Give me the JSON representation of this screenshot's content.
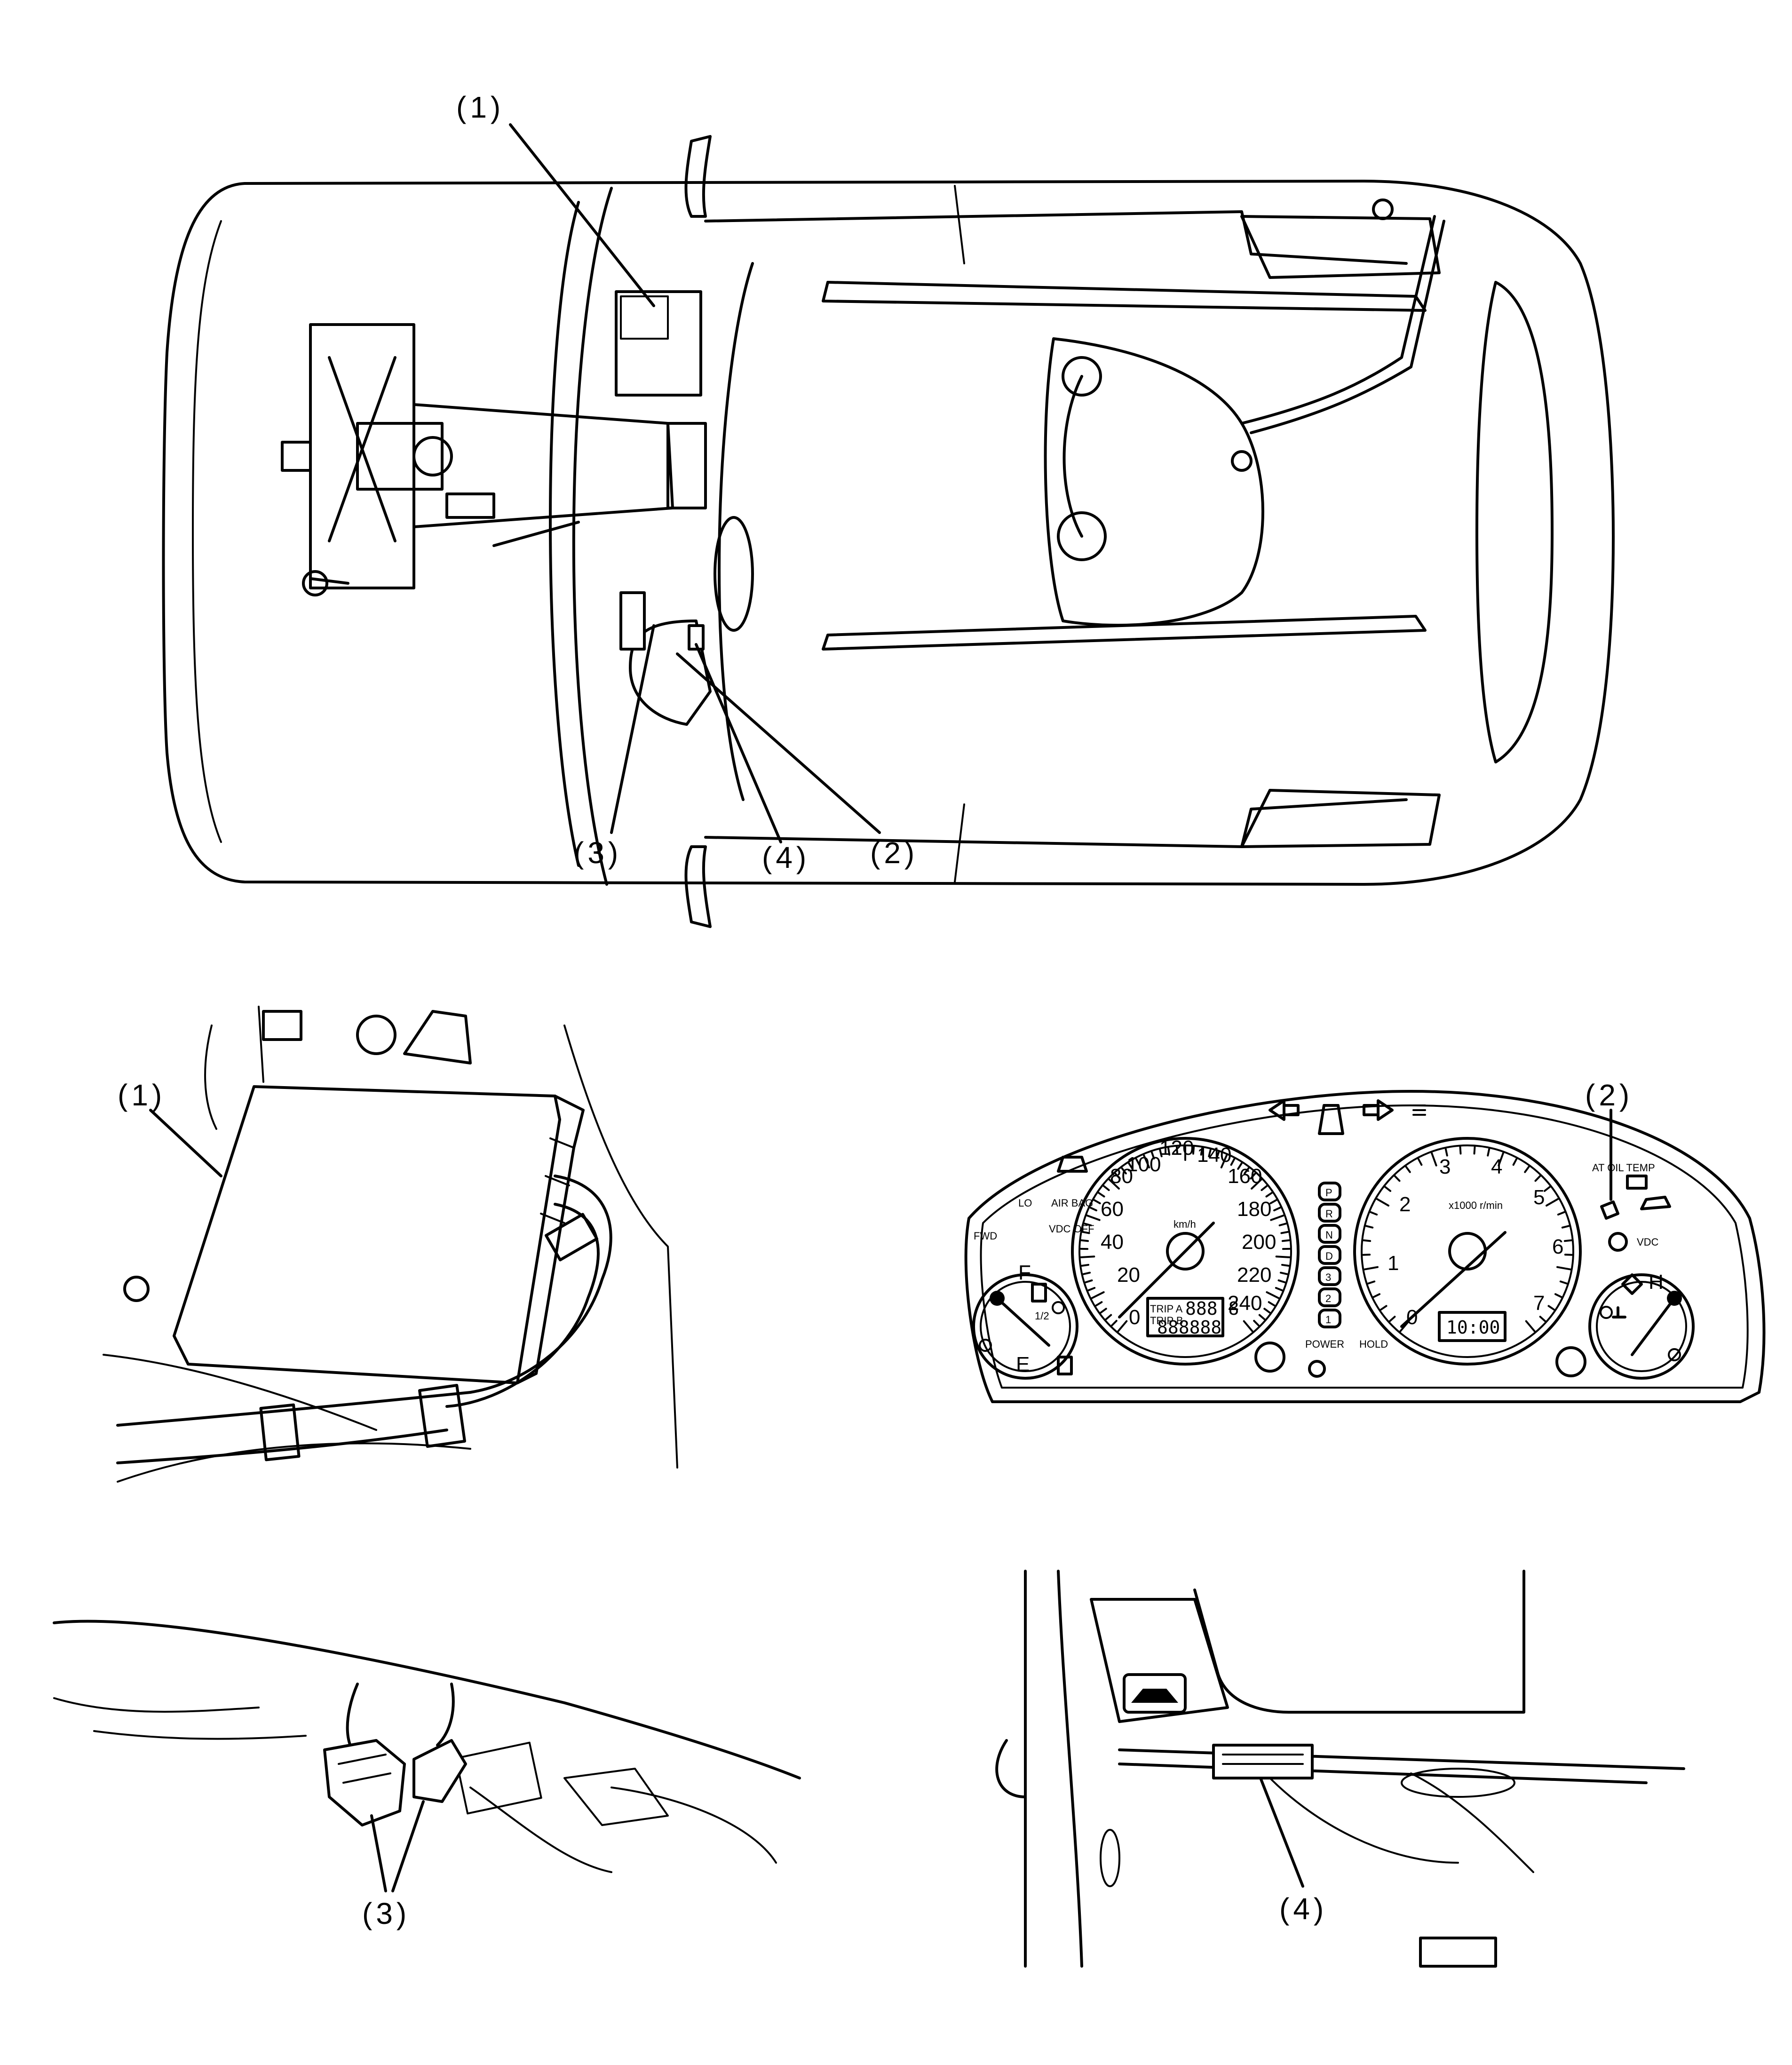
{
  "callouts": {
    "top_1": "(1)",
    "top_2": "(2)",
    "top_3": "(3)",
    "top_4": "(4)",
    "panel_ecu": "(1)",
    "panel_cluster": "(2)",
    "panel_connectors": "(3)",
    "panel_dlc": "(4)"
  },
  "speedometer": {
    "ticks": [
      "0",
      "20",
      "40",
      "60",
      "80",
      "100",
      "120",
      "140",
      "160",
      "180",
      "200",
      "220",
      "240"
    ],
    "unit": "km/h",
    "odometer_trip": "888.8",
    "odometer_total": "888888",
    "trip_a": "TRIP A",
    "trip_b": "TRIP B"
  },
  "tachometer": {
    "ticks": [
      "0",
      "1",
      "2",
      "3",
      "4",
      "5",
      "6",
      "7"
    ],
    "unit": "x1000 r/min",
    "clock": "10:00"
  },
  "fuel_gauge": {
    "full": "F",
    "half": "1/2",
    "empty": "E"
  },
  "temp_gauge": {
    "hot": "H"
  },
  "gear_indicator": [
    "P",
    "R",
    "N",
    "D",
    "3",
    "2",
    "1"
  ],
  "indicator_labels": {
    "fwd": "FWD",
    "lo": "LO",
    "airbag": "AIR BAG",
    "vdc_off": "VDC OFF",
    "at_oil_temp": "AT OIL TEMP",
    "vdc": "VDC",
    "power": "POWER",
    "hold": "HOLD"
  }
}
